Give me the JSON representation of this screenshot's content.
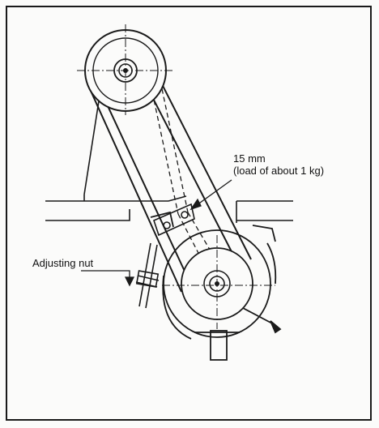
{
  "diagram": {
    "labels": {
      "deflection": "15 mm",
      "load": "(load of about 1 kg)",
      "adjusting_nut": "Adjusting nut"
    },
    "colors": {
      "ink": "#1a1a1a",
      "paper": "#fbfbfa",
      "frame": "#222222"
    },
    "icons": [
      "upper-pulley-icon",
      "lower-pulley-icon",
      "adjusting-nut-icon"
    ]
  }
}
